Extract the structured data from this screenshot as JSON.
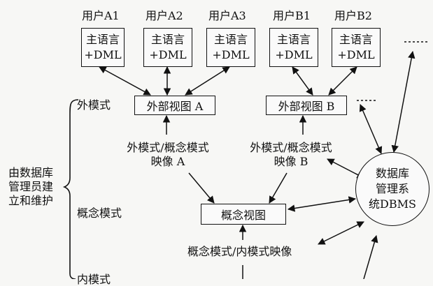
{
  "users": [
    {
      "label": "用户A1",
      "line1": "主语言",
      "line2": "+DML"
    },
    {
      "label": "用户A2",
      "line1": "主语言",
      "line2": "+DML"
    },
    {
      "label": "用户A3",
      "line1": "主语言",
      "line2": "+DML"
    },
    {
      "label": "用户B1",
      "line1": "主语言",
      "line2": "+DML"
    },
    {
      "label": "用户B2",
      "line1": "主语言",
      "line2": "+DML"
    }
  ],
  "external_view_a": "外部视图 A",
  "external_view_b": "外部视图 B",
  "level_external": "外模式",
  "level_conceptual": "概念模式",
  "level_internal": "内模式",
  "mapping_a": {
    "line1": "外模式/概念模式",
    "line2": "映像 A"
  },
  "mapping_b": {
    "line1": "外模式/概念模式",
    "line2": "映像 B"
  },
  "conceptual_view": "概念视图",
  "conceptual_internal_mapping": "概念模式/内模式映像",
  "dba": {
    "line1": "由数据库",
    "line2": "管理员建",
    "line3": "立和维护"
  },
  "dbms": {
    "line1": "数据库",
    "line2": "管理系",
    "line3": "统DBMS"
  }
}
